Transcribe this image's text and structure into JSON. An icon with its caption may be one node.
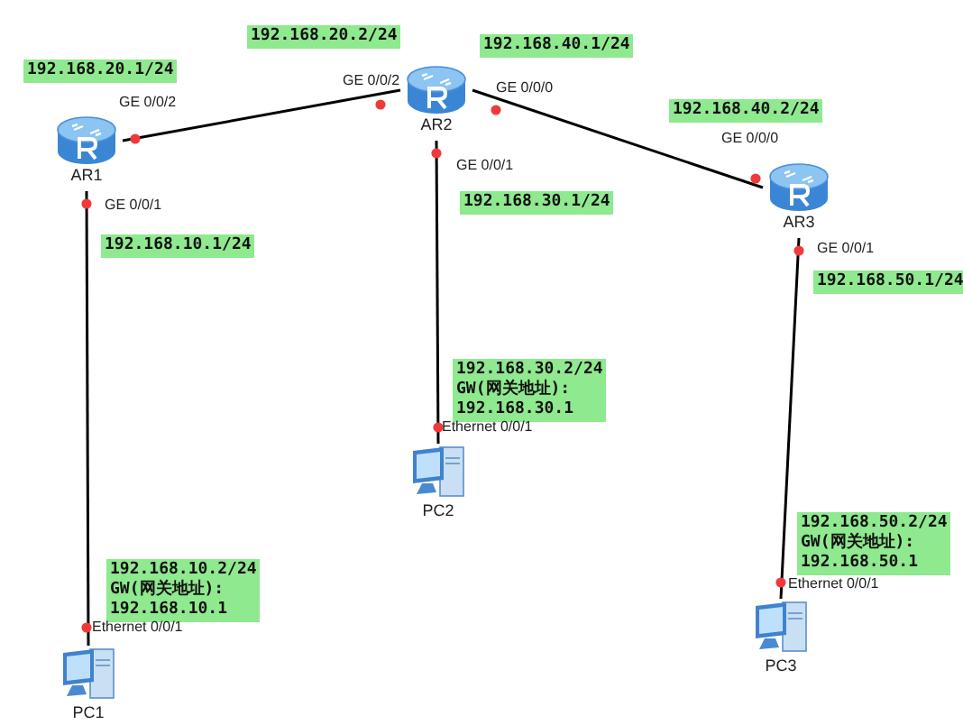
{
  "diagram": {
    "nodes": [
      {
        "text": [
          "AR1"
        ]
      },
      {
        "text": [
          "AR2"
        ]
      },
      {
        "text": [
          "AR3"
        ]
      },
      {
        "text": [
          "PC1"
        ]
      },
      {
        "text": [
          "PC2"
        ]
      },
      {
        "text": [
          "PC3"
        ]
      },
      {
        "text": [
          "192.168.20.1/24"
        ]
      },
      {
        "text": [
          "192.168.20.2/24"
        ]
      },
      {
        "text": [
          "192.168.40.1/24"
        ]
      },
      {
        "text": [
          "192.168.40.2/24"
        ]
      },
      {
        "text": [
          "192.168.10.1/24"
        ]
      },
      {
        "text": [
          "192.168.30.1/24"
        ]
      },
      {
        "text": [
          "192.168.50.1/24"
        ]
      },
      {
        "text": [
          "192.168.30.2/24",
          "GW(网关地址):",
          "192.168.30.1"
        ]
      },
      {
        "text": [
          "192.168.50.2/24",
          "GW(网关地址):",
          "192.168.50.1"
        ]
      },
      {
        "text": [
          "192.168.10.2/24",
          "GW(网关地址):",
          "192.168.10.1"
        ]
      }
    ],
    "edges": [
      {
        "from": 0,
        "to": 1,
        "arrow": "none"
      },
      {
        "from": 1,
        "to": 2,
        "arrow": "none"
      },
      {
        "from": 0,
        "to": 3,
        "arrow": "none"
      },
      {
        "from": 1,
        "to": 4,
        "arrow": "none"
      },
      {
        "from": 2,
        "to": 5,
        "arrow": "none"
      }
    ],
    "labels": [
      "GE 0/0/2",
      "GE 0/0/2",
      "GE 0/0/0",
      "GE 0/0/0",
      "GE 0/0/1",
      "GE 0/0/1",
      "GE 0/0/1",
      "Ethernet 0/0/1",
      "Ethernet 0/0/1",
      "Ethernet 0/0/1"
    ]
  }
}
